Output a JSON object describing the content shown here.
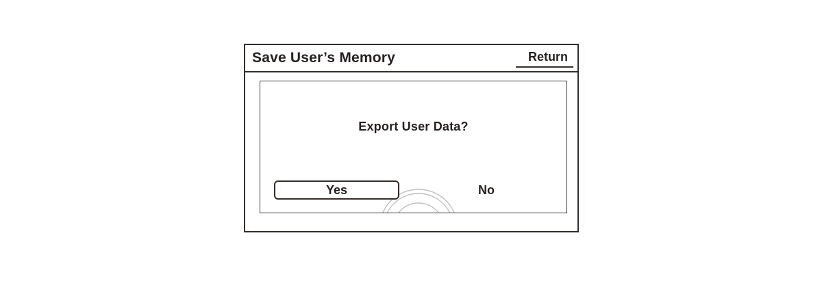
{
  "dialog": {
    "title": "Save User’s Memory",
    "return_label": "Return",
    "prompt": "Export User Data?",
    "options": {
      "yes_label": "Yes",
      "no_label": "No",
      "selected": "Yes"
    }
  },
  "icons": {
    "touch_indicator": "concentric-arc watermark (finger-touch ripple) behind Yes button"
  },
  "colors": {
    "background": "#ffffff",
    "line": "#332d2b",
    "text": "#272120",
    "watermark_arc": "#c3c1c0"
  }
}
